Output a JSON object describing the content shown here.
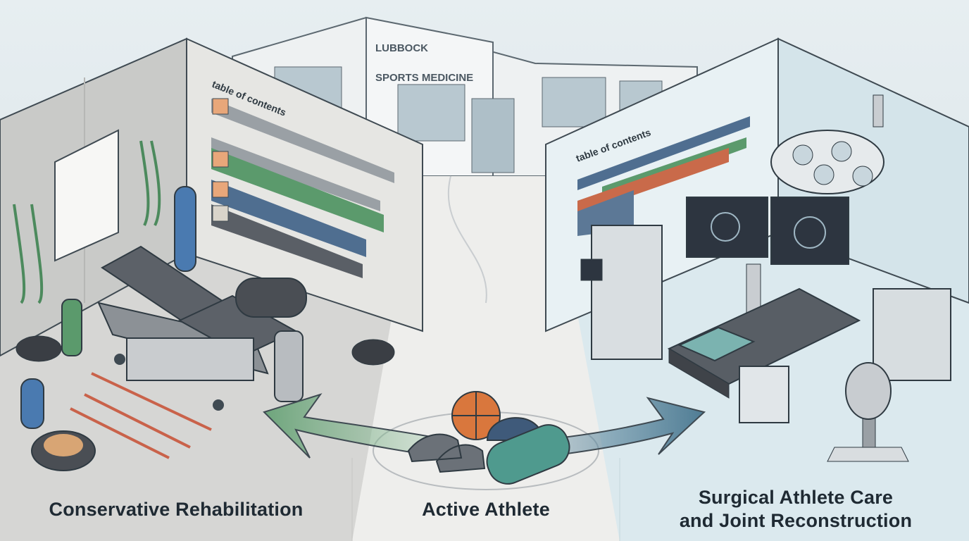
{
  "building_sign": {
    "line1": "LUBBOCK",
    "line2": "SPORTS MEDICINE"
  },
  "left_panel": {
    "toc_title": "table of contents",
    "caption": "Conservative Rehabilitation",
    "toc_icons": [
      "ankle-icon",
      "knee-icon",
      "shoulder-icon",
      "spine-icon"
    ]
  },
  "right_panel": {
    "toc_title": "table of contents",
    "caption_line1": "Surgical Athlete Care",
    "caption_line2": "and Joint Reconstruction"
  },
  "center": {
    "caption": "Active Athlete"
  },
  "colors": {
    "rehab_green": "#5b9a6c",
    "rehab_blue": "#4f6e90",
    "surgical_orange": "#c96a4a",
    "floor_left": "#d6d6d4",
    "floor_right": "#dbe9ee",
    "text_dark": "#1f2a33"
  }
}
